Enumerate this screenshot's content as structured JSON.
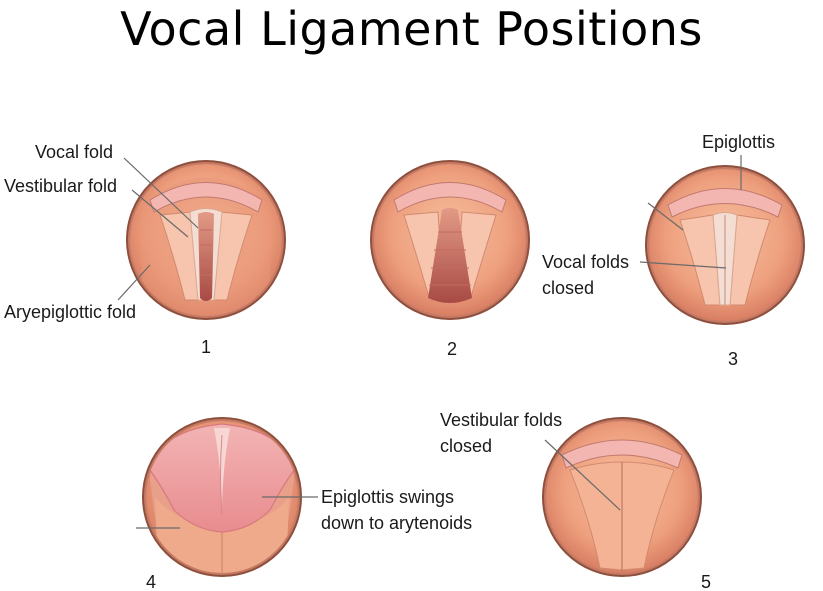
{
  "title": "Vocal Ligament Positions",
  "panels": [
    {
      "number": "1",
      "labels": {
        "vocal_fold": "Vocal fold",
        "vestibular_fold": "Vestibular fold",
        "aryepiglottic_fold": "Aryepiglottic fold"
      }
    },
    {
      "number": "2"
    },
    {
      "number": "3",
      "labels": {
        "epiglottis": "Epiglottis",
        "vocal_folds_closed_line1": "Vocal folds",
        "vocal_folds_closed_line2": "closed"
      }
    },
    {
      "number": "4",
      "labels": {
        "epiglottis_swings_line1": "Epiglottis swings",
        "epiglottis_swings_line2": "down to arytenoids"
      }
    },
    {
      "number": "5",
      "labels": {
        "vestibular_folds_closed_line1": "Vestibular folds",
        "vestibular_folds_closed_line2": "closed"
      }
    }
  ],
  "colors": {
    "ring": "#8e4f3c",
    "flesh": "#f2ab8a",
    "flesh_dark": "#d9836a",
    "fold": "#f7c4ad",
    "cord": "#f4ddd2",
    "glottis": "#b5544c",
    "epiglottis": "#ef9aa0"
  }
}
